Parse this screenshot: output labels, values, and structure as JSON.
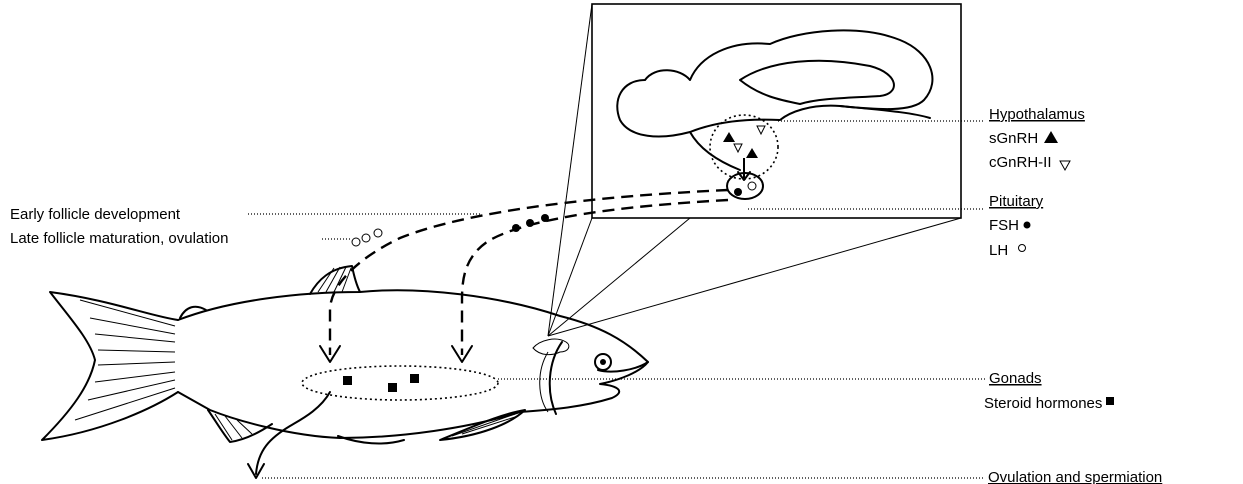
{
  "labels": {
    "hypothalamus": "Hypothalamus",
    "sgnrh": "sGnRH",
    "cgnrh": "cGnRH-II",
    "pituitary": "Pituitary",
    "fsh": "FSH",
    "lh": "LH",
    "gonads": "Gonads",
    "steroids": "Steroid hormones",
    "ovulation_spermiation": "Ovulation and spermiation",
    "early_follicle": "Early follicle development",
    "late_follicle": "Late follicle maturation, ovulation"
  },
  "symbols": {
    "sgnrh": "filled-up-triangle",
    "cgnrh": "open-down-triangle",
    "fsh": "filled-circle",
    "lh": "open-circle",
    "steroids": "filled-square"
  },
  "colors": {
    "ink": "#000000",
    "background": "#ffffff"
  }
}
